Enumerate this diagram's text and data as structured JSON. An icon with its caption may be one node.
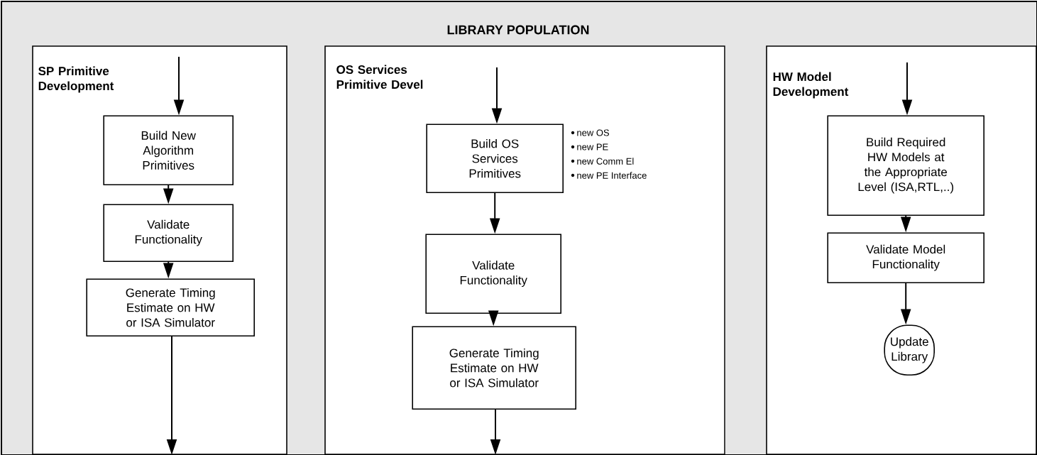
{
  "diagram": {
    "title": "LIBRARY POPULATION",
    "nodes": [
      {
        "text": [],
        "shape": "box"
      },
      {
        "text": [
          "SP Primitive Development"
        ],
        "in": 0
      },
      {
        "text": [
          "Build New Algorithm Primitives"
        ],
        "in": 1
      },
      {
        "text": [
          "Validate Functionality"
        ],
        "in": 1
      },
      {
        "text": [
          "Generate Timing Estimate on HW or ISA Simulator"
        ],
        "in": 1
      },
      {
        "text": [
          "OS Services Primitive Devel"
        ],
        "in": 0
      },
      {
        "text": [
          "Build OS Services Primitives"
        ],
        "in": 5,
        "beside": [
          "new OS",
          "new PE",
          "new Comm El",
          "new PE Interface"
        ]
      },
      {
        "text": [
          "Validate Functionality"
        ],
        "in": 5
      },
      {
        "text": [
          "Generate Timing Estimate on HW or ISA Simulator"
        ],
        "in": 5
      },
      {
        "text": [
          "HW Model Development"
        ],
        "in": 0
      },
      {
        "text": [
          "Build Required HW Models at the Appropriate Level (ISA,RTL,..)"
        ],
        "in": 9
      },
      {
        "text": [
          "Validate Model Functionality"
        ],
        "in": 9
      },
      {
        "text": [
          "Update Library"
        ],
        "in": 9
      }
    ],
    "edges": [
      {
        "from": null,
        "to": 2,
        "arrow": "to"
      },
      {
        "from": 2,
        "to": 3,
        "arrow": "to"
      },
      {
        "from": 3,
        "to": 4,
        "arrow": "to"
      },
      {
        "from": 4,
        "to": null,
        "arrow": "to"
      },
      {
        "from": null,
        "to": 6,
        "arrow": "to"
      },
      {
        "from": 6,
        "to": 7,
        "arrow": "to"
      },
      {
        "from": 7,
        "to": 8,
        "arrow": "to"
      },
      {
        "from": 8,
        "to": null,
        "arrow": "to"
      },
      {
        "from": null,
        "to": 10,
        "arrow": "to"
      },
      {
        "from": 10,
        "to": 11,
        "arrow": "to"
      },
      {
        "from": 11,
        "to": 12,
        "arrow": "to"
      }
    ]
  }
}
